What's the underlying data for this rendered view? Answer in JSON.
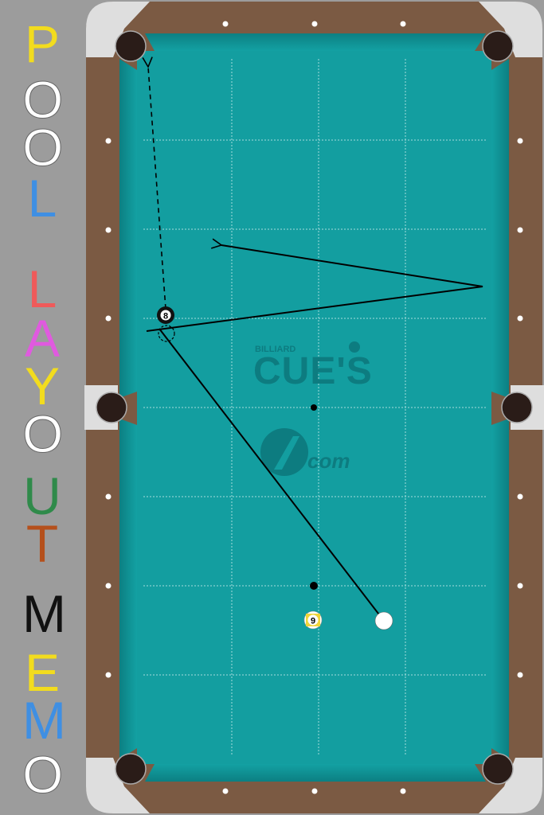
{
  "title_letters": [
    {
      "char": "P",
      "color": "#f2dc1e"
    },
    {
      "char": "O",
      "color": "#ffffff"
    },
    {
      "char": "O",
      "color": "#ffffff"
    },
    {
      "char": "L",
      "color": "#3f8fe3"
    },
    {
      "char": "L",
      "color": "#ef5a5a"
    },
    {
      "char": "A",
      "color": "#e05adf"
    },
    {
      "char": "Y",
      "color": "#f2dc1e"
    },
    {
      "char": "O",
      "color": "#ffffff"
    },
    {
      "char": "U",
      "color": "#2f8a4a"
    },
    {
      "char": "T",
      "color": "#b5501c"
    },
    {
      "char": "M",
      "color": "#111111"
    },
    {
      "char": "E",
      "color": "#f2dc1e"
    },
    {
      "char": "M",
      "color": "#3f8fe3"
    },
    {
      "char": "O",
      "color": "#ffffff"
    }
  ],
  "colors": {
    "felt": "#139ea0",
    "felt_edge": "#0e8486",
    "rail_wood": "#7b5a43",
    "corner_cap": "#dedede",
    "pocket": "#2a1c18",
    "diamond": "#ffffff",
    "grid_line": "#d8f1f1",
    "path_line": "#000000",
    "logo": "#0d7c80"
  },
  "logo": {
    "small_text": "BILLIARD",
    "big_text": "CUE'S",
    "com_text": "com"
  },
  "balls": [
    {
      "name": "cue-ball",
      "label": "",
      "type": "cue"
    },
    {
      "name": "eight-ball",
      "label": "8",
      "type": "numbered"
    },
    {
      "name": "nine-ball",
      "label": "9",
      "type": "stripe"
    }
  ]
}
